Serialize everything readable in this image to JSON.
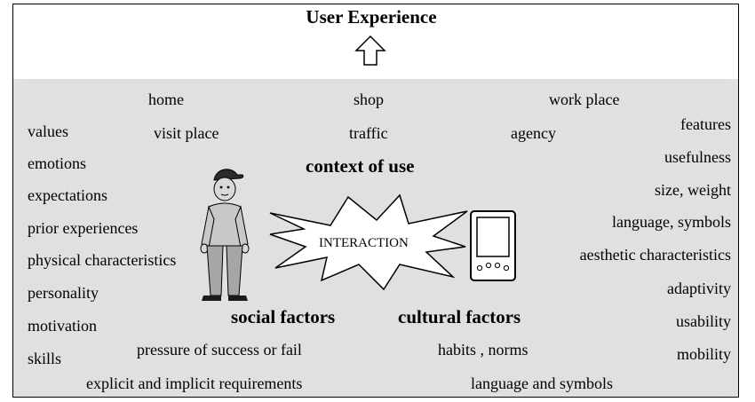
{
  "title": "User Experience",
  "context": {
    "heading": "context of use",
    "places": [
      "home",
      "shop",
      "work place",
      "visit place",
      "traffic",
      "agency"
    ]
  },
  "user_factors": [
    "values",
    "emotions",
    "expectations",
    "prior experiences",
    "physical characteristics",
    "personality",
    "motivation",
    "skills"
  ],
  "product_factors": [
    "features",
    "usefulness",
    "size, weight",
    "language, symbols",
    "aesthetic characteristics",
    "adaptivity",
    "usability",
    "mobility"
  ],
  "social": {
    "heading": "social factors",
    "items": [
      "pressure of success or fail",
      "explicit and implicit requirements"
    ]
  },
  "cultural": {
    "heading": "cultural factors",
    "items": [
      "habits , norms",
      "language and symbols"
    ]
  },
  "interaction_label": "INTERACTION",
  "icons": {
    "up_arrow": "up-arrow-icon",
    "person": "person-icon",
    "device": "handheld-device-icon",
    "starburst": "starburst-icon"
  },
  "colors": {
    "triangle_fill": "#e0e0e0",
    "outline": "#000000",
    "background": "#ffffff"
  }
}
